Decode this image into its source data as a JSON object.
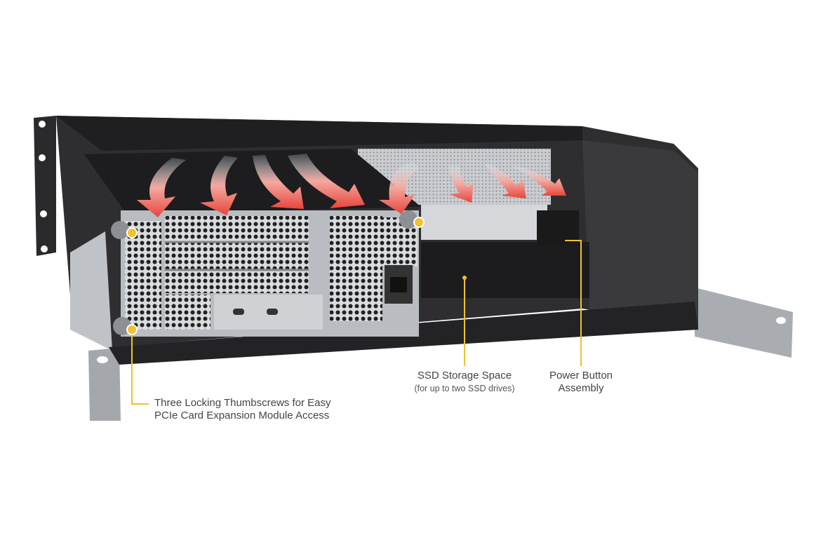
{
  "callouts": {
    "thumbscrews": {
      "line1": "Three Locking Thumbscrews for Easy",
      "line2": "PCIe Card Expansion Module Access"
    },
    "ssd": {
      "title": "SSD Storage Space",
      "subtitle": "(for up to two SSD drives)"
    },
    "power": {
      "line1": "Power Button",
      "line2": "Assembly"
    }
  },
  "colors": {
    "callout": "#f2c12e",
    "chassis": "#2b2b2d",
    "airflow_hot": "#e8453c",
    "airflow_cool": "#bfe3f2"
  }
}
